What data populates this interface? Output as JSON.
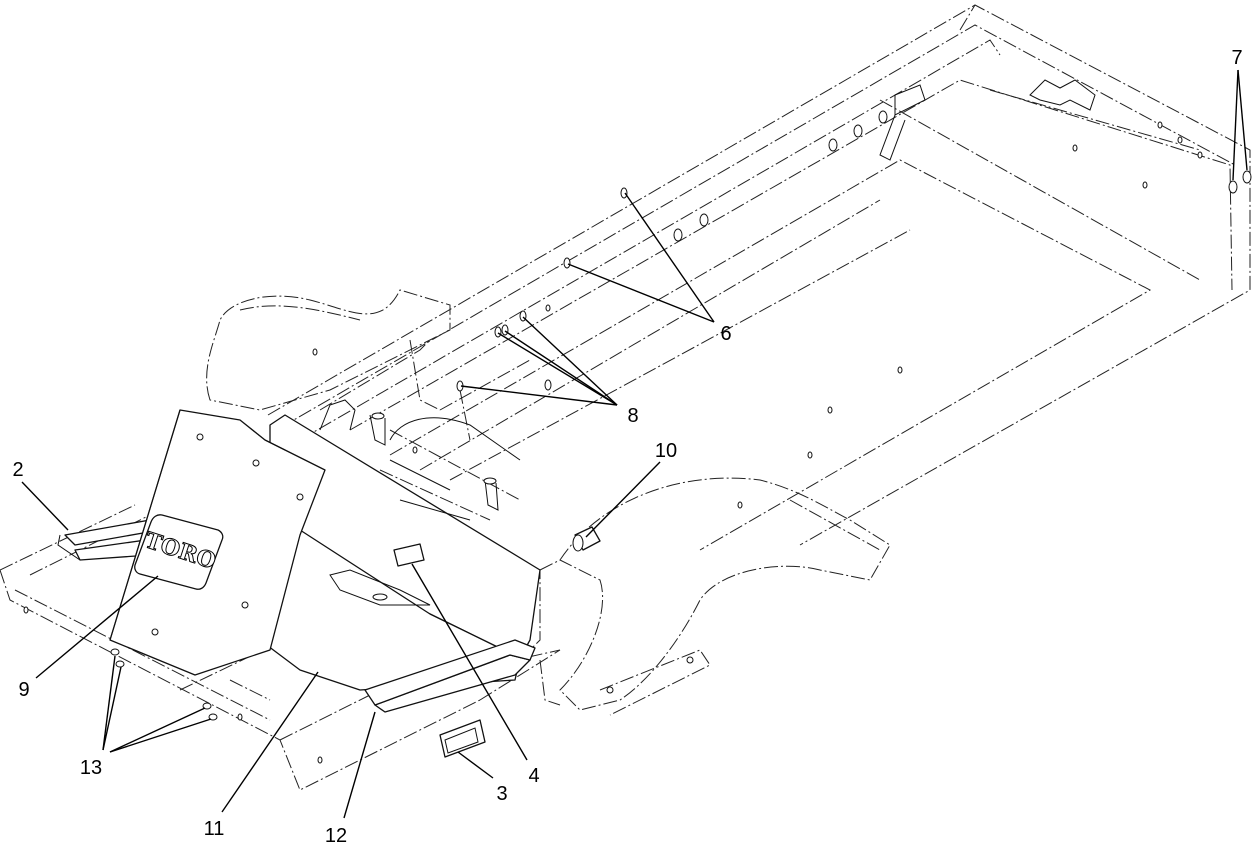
{
  "diagram": {
    "logo_text": "TORO",
    "callouts": [
      {
        "id": "c2",
        "label": "2"
      },
      {
        "id": "c3",
        "label": "3"
      },
      {
        "id": "c4",
        "label": "4"
      },
      {
        "id": "c6",
        "label": "6"
      },
      {
        "id": "c7",
        "label": "7"
      },
      {
        "id": "c8",
        "label": "8"
      },
      {
        "id": "c9",
        "label": "9"
      },
      {
        "id": "c10",
        "label": "10"
      },
      {
        "id": "c11",
        "label": "11"
      },
      {
        "id": "c12",
        "label": "12"
      },
      {
        "id": "c13",
        "label": "13"
      }
    ]
  }
}
